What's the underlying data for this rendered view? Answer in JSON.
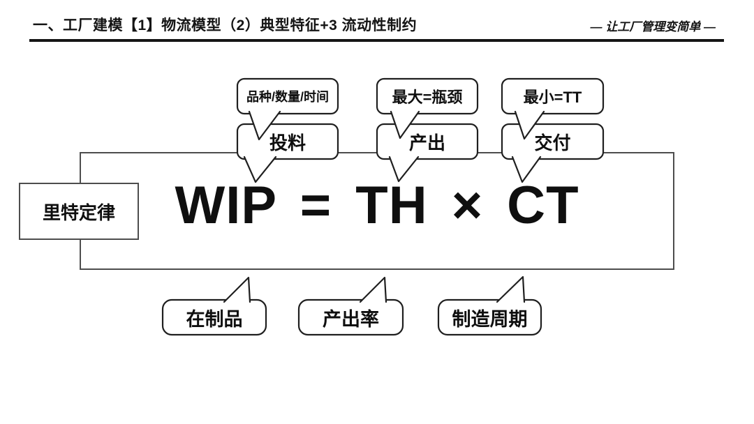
{
  "header": {
    "title": "一、工厂建模【1】物流模型（2）典型特征+3 流动性制约",
    "slogan": "— 让工厂管理变简单 —"
  },
  "diagram": {
    "law_label": "里特定律",
    "formula": "WIP = TH × CT",
    "top_callouts": [
      {
        "note": "品种/数量/时间",
        "label": "投料"
      },
      {
        "note": "最大=瓶颈",
        "label": "产出"
      },
      {
        "note": "最小=TT",
        "label": "交付"
      }
    ],
    "bottom_callouts": [
      "在制品",
      "产出率",
      "制造周期"
    ],
    "colors": {
      "background": "#ffffff",
      "box_stroke": "#4d4d4d",
      "bubble_stroke": "#1f1f1f",
      "text": "#0f0f0f"
    }
  }
}
